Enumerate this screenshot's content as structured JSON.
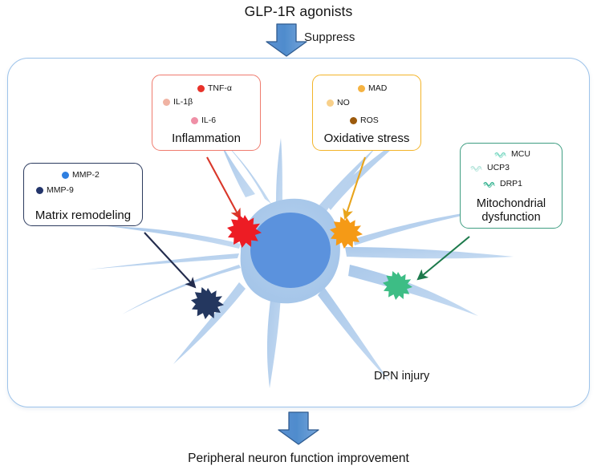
{
  "header": {
    "title": "GLP-1R agonists",
    "arrow_label": "Suppress",
    "arrow_icon": "down-block-arrow-icon"
  },
  "footer": {
    "title": "Peripheral neuron function improvement",
    "arrow_icon": "down-block-arrow-icon"
  },
  "diagram": {
    "center_label": "DPN injury",
    "neuron": {
      "soma_color": "#a9c8ea",
      "nucleus_color": "#5b92dd",
      "branch_color": "#a9c8ea"
    },
    "frame_color": "#9dc3ea"
  },
  "modules": [
    {
      "id": "inflammation",
      "caption": "Inflammation",
      "border_color": "#ef7b6e",
      "arrow_color": "#d9372a",
      "burst_color": "#ed1c24",
      "markers": [
        {
          "label": "TNF-α",
          "color": "#e8322a"
        },
        {
          "label": "IL-1β",
          "color": "#f0b3a3"
        },
        {
          "label": "IL-6",
          "color": "#ef8fa6"
        }
      ]
    },
    {
      "id": "oxidative",
      "caption": "Oxidative stress",
      "border_color": "#f3b429",
      "arrow_color": "#e8a41c",
      "burst_color": "#f59a16",
      "markers": [
        {
          "label": "MAD",
          "color": "#f5b342"
        },
        {
          "label": "NO",
          "color": "#f8d08a"
        },
        {
          "label": "ROS",
          "color": "#9c5a0c"
        }
      ]
    },
    {
      "id": "matrix",
      "caption": "Matrix remodeling",
      "border_color": "#2b3a5e",
      "arrow_color": "#232c4d",
      "burst_color": "#24375f",
      "markers": [
        {
          "label": "MMP-2",
          "color": "#2f7fe0"
        },
        {
          "label": "MMP-9",
          "color": "#23356b"
        }
      ]
    },
    {
      "id": "mito",
      "caption": "Mitochondrial dysfunction",
      "caption_line1": "Mitochondrial",
      "caption_line2": "dysfunction",
      "border_color": "#3f9e82",
      "arrow_color": "#1d7a4c",
      "burst_color": "#3dbd85",
      "markers": [
        {
          "label": "MCU",
          "color": "#7fd9c4"
        },
        {
          "label": "UCP3",
          "color": "#b7e6dc"
        },
        {
          "label": "DRP1",
          "color": "#3bb594"
        }
      ]
    }
  ]
}
